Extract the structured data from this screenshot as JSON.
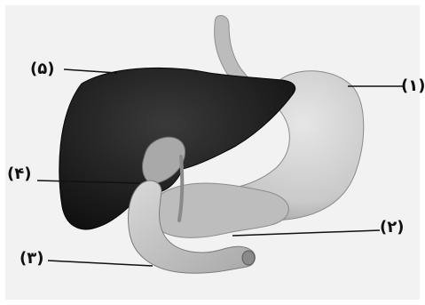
{
  "labels": {
    "l1": "(۱)",
    "l2": "(۲)",
    "l3": "(۳)",
    "l4": "(۴)",
    "l5": "(۵)"
  },
  "colors": {
    "background": "#f2f2f2",
    "liver": "#1c1c1c",
    "stomach": "#cfcfcf",
    "pancreas": "#bdbdbd",
    "duodenum": "#c8c8c8",
    "gallbladder": "#a9a9a9",
    "esophagus": "#bcbcbc",
    "leader": "#111111"
  }
}
